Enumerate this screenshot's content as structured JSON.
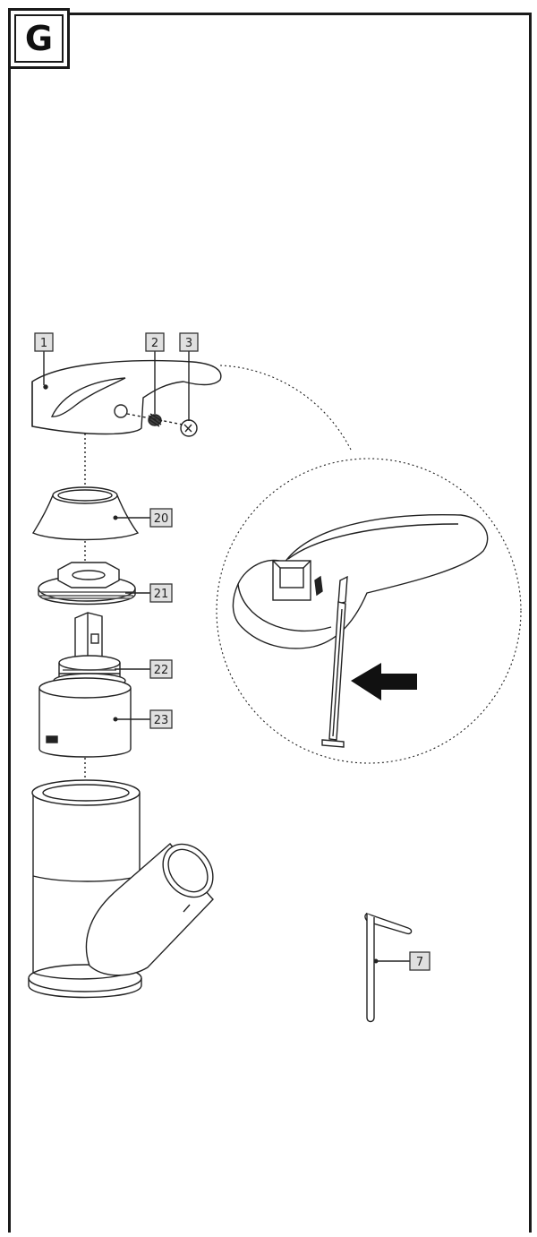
{
  "section_letter": "G",
  "callouts": {
    "c1": "1",
    "c2": "2",
    "c3": "3",
    "c20": "20",
    "c21": "21",
    "c22": "22",
    "c23": "23",
    "c7": "7"
  },
  "colors": {
    "line": "#222222",
    "label_fill": "#e0e0e0",
    "arrow": "#111111"
  }
}
